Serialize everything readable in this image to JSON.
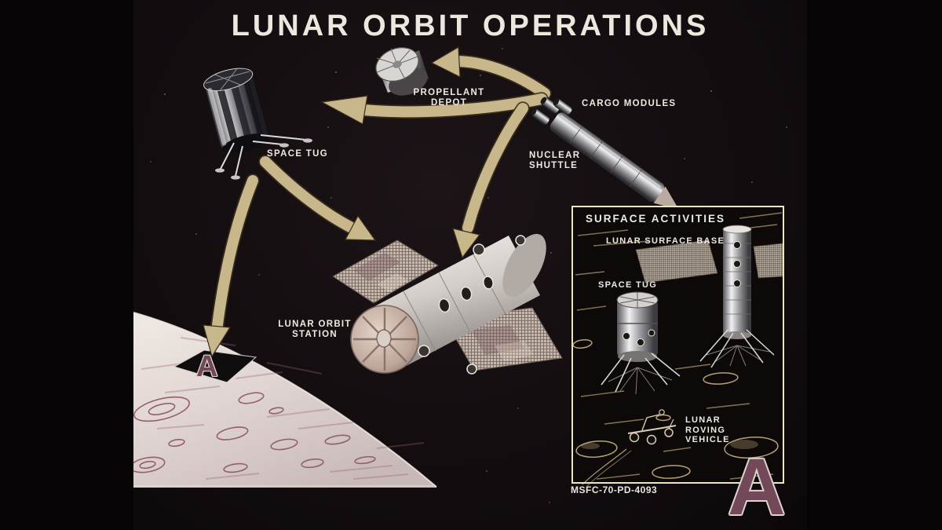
{
  "header": {
    "title": "LUNAR ORBIT OPERATIONS"
  },
  "orbit_diagram": {
    "nodes": {
      "space_tug": {
        "label": "SPACE TUG"
      },
      "propellant_depot": {
        "label_lines": [
          "PROPELLANT",
          "DEPOT"
        ]
      },
      "cargo_modules": {
        "label": "CARGO MODULES"
      },
      "nuclear_shuttle": {
        "label_lines": [
          "NUCLEAR",
          "SHUTTLE"
        ]
      },
      "lunar_orbit_station": {
        "label_lines": [
          "LUNAR ORBIT",
          "STATION"
        ]
      }
    },
    "landing_site_marker": {
      "letter": "A"
    },
    "flow_arrows": [
      {
        "from": "nuclear_shuttle",
        "to": "propellant_depot"
      },
      {
        "from": "nuclear_shuttle",
        "to": "space_tug"
      },
      {
        "from": "space_tug",
        "to": "lunar_orbit_station"
      },
      {
        "from": "nuclear_shuttle",
        "to": "lunar_orbit_station"
      },
      {
        "from": "space_tug",
        "to": "lunar_surface_site_a"
      }
    ]
  },
  "inset_panel": {
    "title": "SURFACE ACTIVITIES",
    "items": {
      "lunar_surface_base": {
        "label": "LUNAR SURFACE BASE"
      },
      "space_tug": {
        "label": "SPACE TUG"
      },
      "lunar_roving_vehicle": {
        "label_lines": [
          "LUNAR",
          "ROVING",
          "VEHICLE"
        ]
      }
    },
    "plate_letter": "A"
  },
  "footer": {
    "reference_number": "MSFC-70-PD-4093"
  },
  "colors": {
    "background": "#060405",
    "poster_background": "#130d10",
    "title_text": "#ece8de",
    "label_text": "#edeae2",
    "arrow_fill": "#c8b78a",
    "inset_border": "#eae6bd",
    "plate_letter": "#73495a",
    "moon_bright": "#efe9e3",
    "moon_shadow": "#c8b9b8",
    "crater_outline": "#92606b"
  }
}
